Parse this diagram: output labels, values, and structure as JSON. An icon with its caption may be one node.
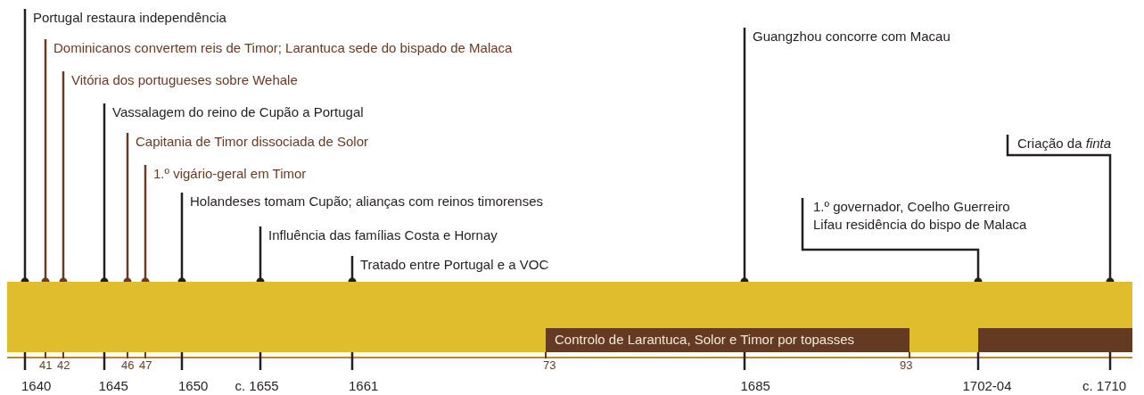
{
  "diagram": {
    "nodes": [
      {
        "text": [
          "Portugal restaura independência"
        ]
      },
      {
        "text": [
          "Dominicanos convertem reis de Timor; Larantuca sede do bispado de Malaca"
        ]
      },
      {
        "text": [
          "Vitória dos portugueses sobre Wehale"
        ]
      },
      {
        "text": [
          "Vassalagem do reino de Cupão a Portugal"
        ]
      },
      {
        "text": [
          "Capitania de Timor dissociada de Solor"
        ]
      },
      {
        "text": [
          "1.º vigário-geral em Timor"
        ]
      },
      {
        "text": [
          "Holandeses tomam Cupão; alianças com reinos timorenses"
        ]
      },
      {
        "text": [
          "Influência das famílias Costa e Hornay"
        ]
      },
      {
        "text": [
          "Tratado entre Portugal e a VOC"
        ]
      },
      {
        "text": [
          "Guangzhou concorre com Macau"
        ]
      },
      {
        "text": [
          "1.º governador, Coelho Guerreiro",
          "Lifau residência do bispo de Malaca"
        ]
      },
      {
        "text": [
          "Criação da *finta*"
        ]
      },
      {
        "text": [],
        "shape": "bar"
      },
      {
        "text": [
          "Controlo de Larantuca, Solor e Timor por topasses"
        ],
        "in": 12
      },
      {
        "text": [],
        "shape": "bar",
        "in": 12
      }
    ],
    "edges": [
      {
        "from": 0,
        "to": 12,
        "arrow": "other"
      },
      {
        "from": 1,
        "to": 12,
        "arrow": "other"
      },
      {
        "from": 2,
        "to": 12,
        "arrow": "other"
      },
      {
        "from": 3,
        "to": 12,
        "arrow": "other"
      },
      {
        "from": 4,
        "to": 12,
        "arrow": "other"
      },
      {
        "from": 5,
        "to": 12,
        "arrow": "other"
      },
      {
        "from": 6,
        "to": 12,
        "arrow": "other"
      },
      {
        "from": 7,
        "to": 12,
        "arrow": "other"
      },
      {
        "from": 8,
        "to": 12,
        "arrow": "other"
      },
      {
        "from": 9,
        "to": 12,
        "arrow": "other"
      },
      {
        "from": 10,
        "to": 12,
        "arrow": "other"
      },
      {
        "from": 11,
        "to": 12,
        "arrow": "other"
      }
    ],
    "labels": [
      "1640",
      "41",
      "42",
      "1645",
      "46",
      "47",
      "1650",
      "c. 1655",
      "1661",
      "73",
      "1685",
      "93",
      "1702-04",
      "c. 1710"
    ]
  }
}
